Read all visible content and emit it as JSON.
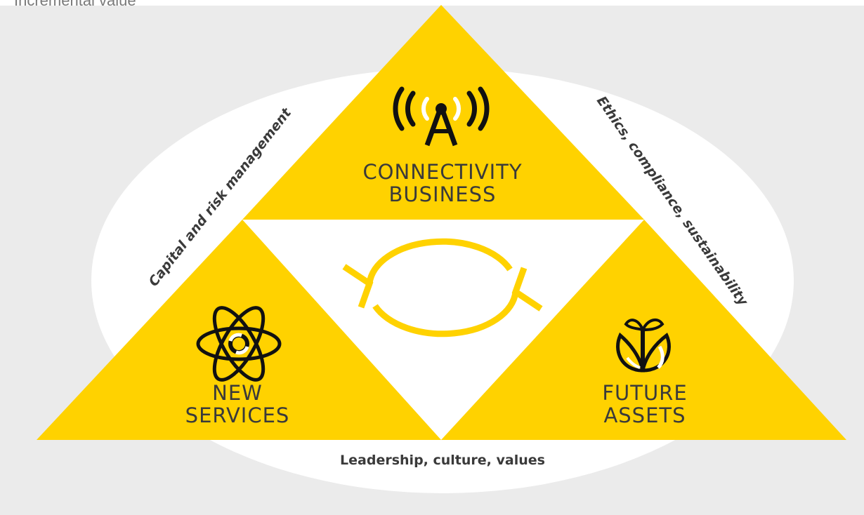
{
  "caption": "Incremental value",
  "colors": {
    "accent": "#ffd200",
    "background": "#ebebeb",
    "circle": "#ffffff",
    "text": "#3a3a3a",
    "icon": "#111111"
  },
  "triangles": {
    "top": {
      "line1": "CONNECTIVITY",
      "line2": "BUSINESS",
      "icon": "antenna-icon"
    },
    "left": {
      "line1": "NEW",
      "line2": "SERVICES",
      "icon": "atom-icon"
    },
    "right": {
      "line1": "FUTURE",
      "line2": "ASSETS",
      "icon": "sprout-icon"
    }
  },
  "center_icon": "refresh-cycle-icon",
  "side_labels": {
    "left": "Capital and risk management",
    "right": "Ethics, compliance, sustainability",
    "bottom": "Leadership, culture, values"
  }
}
